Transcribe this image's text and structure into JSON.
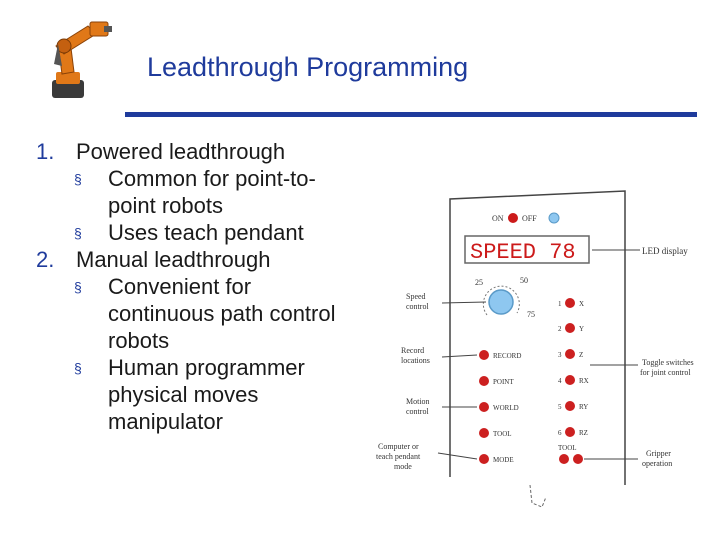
{
  "slide": {
    "title": "Leadthrough Programming",
    "items": [
      {
        "number": "1.",
        "text": "Powered leadthrough",
        "subitems": [
          {
            "lines": [
              "Common for point-to-",
              "point robots"
            ]
          },
          {
            "lines": [
              "Uses teach pendant"
            ]
          }
        ]
      },
      {
        "number": "2.",
        "text": "Manual leadthrough",
        "subitems": [
          {
            "lines": [
              "Convenient for",
              "continuous path control",
              "robots"
            ]
          },
          {
            "lines": [
              "Human programmer",
              "physical moves",
              "manipulator"
            ]
          }
        ]
      }
    ],
    "bullet_glyph": "§"
  },
  "pendant": {
    "on_label": "ON",
    "off_label": "OFF",
    "led_text": "SPEED 78",
    "dial_ticks": [
      "25",
      "50",
      "75"
    ],
    "left_buttons": [
      "RECORD",
      "POINT",
      "WORLD",
      "TOOL",
      "MODE"
    ],
    "right_rows": [
      {
        "num": "1",
        "label": "X"
      },
      {
        "num": "2",
        "label": "Y"
      },
      {
        "num": "3",
        "label": "Z"
      },
      {
        "num": "4",
        "label": "RX"
      },
      {
        "num": "5",
        "label": "RY"
      },
      {
        "num": "6",
        "label": "RZ"
      }
    ],
    "gripper_label": "TOOL",
    "callouts": {
      "led_display": "LED display",
      "speed_control": [
        "Speed",
        "control"
      ],
      "record_locations": [
        "Record",
        "locations"
      ],
      "motion_control": [
        "Motion",
        "control"
      ],
      "computer_mode": [
        "Computer or",
        "teach pendant",
        "mode"
      ],
      "toggle_switches": [
        "Toggle switches",
        "for joint control"
      ],
      "gripper_operation": [
        "Gripper",
        "operation"
      ]
    }
  },
  "colors": {
    "title": "#1f3b9c",
    "rule": "#1f3b9c",
    "button_red": "#cc2020",
    "led_on": "#cc1a1a",
    "led_off": "#8ec7f0",
    "dial": "#8ec7f0",
    "robot_orange": "#e07818"
  }
}
